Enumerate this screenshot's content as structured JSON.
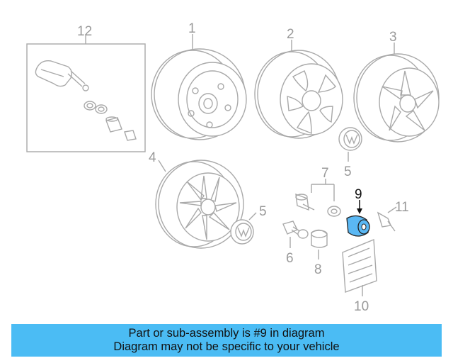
{
  "diagram": {
    "callouts": [
      {
        "id": "1",
        "label": "1"
      },
      {
        "id": "2",
        "label": "2"
      },
      {
        "id": "3",
        "label": "3"
      },
      {
        "id": "4",
        "label": "4"
      },
      {
        "id": "5a",
        "label": "5"
      },
      {
        "id": "5b",
        "label": "5"
      },
      {
        "id": "6",
        "label": "6"
      },
      {
        "id": "7",
        "label": "7"
      },
      {
        "id": "8",
        "label": "8"
      },
      {
        "id": "9",
        "label": "9"
      },
      {
        "id": "10",
        "label": "10"
      },
      {
        "id": "11",
        "label": "11"
      },
      {
        "id": "12",
        "label": "12"
      }
    ],
    "highlight_part": "9",
    "highlight_color": "#5ab8f4"
  },
  "caption": {
    "line1": "Part or sub-assembly is #9 in diagram",
    "line2": "Diagram may not be specific to your vehicle",
    "background": "#4bbcf4"
  }
}
